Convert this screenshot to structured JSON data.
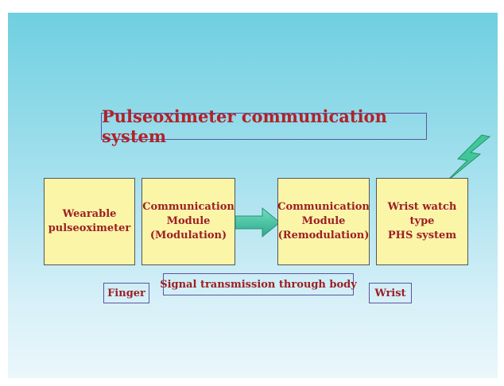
{
  "title": "Pulseoximeter communication system",
  "blocks": {
    "wearable": [
      "Wearable",
      "pulseoximeter"
    ],
    "modulation": [
      "Communication",
      "Module",
      "(Modulation)"
    ],
    "remodulation": [
      "Communication",
      "Module",
      "(Remodulation)"
    ],
    "phs": [
      "Wrist watch type",
      "PHS system"
    ]
  },
  "labels": {
    "finger": "Finger",
    "signal": "Signal transmission through body",
    "wrist": "Wrist"
  },
  "colors": {
    "background_top": "#6fcfe0",
    "block_fill": "#fbf5a8",
    "text": "#9c1f25",
    "arrow": "#3cbfa0",
    "lightning": "#3fc79a"
  },
  "icons": {
    "arrow": "right-arrow-icon",
    "wireless": "lightning-bolt-icon"
  }
}
